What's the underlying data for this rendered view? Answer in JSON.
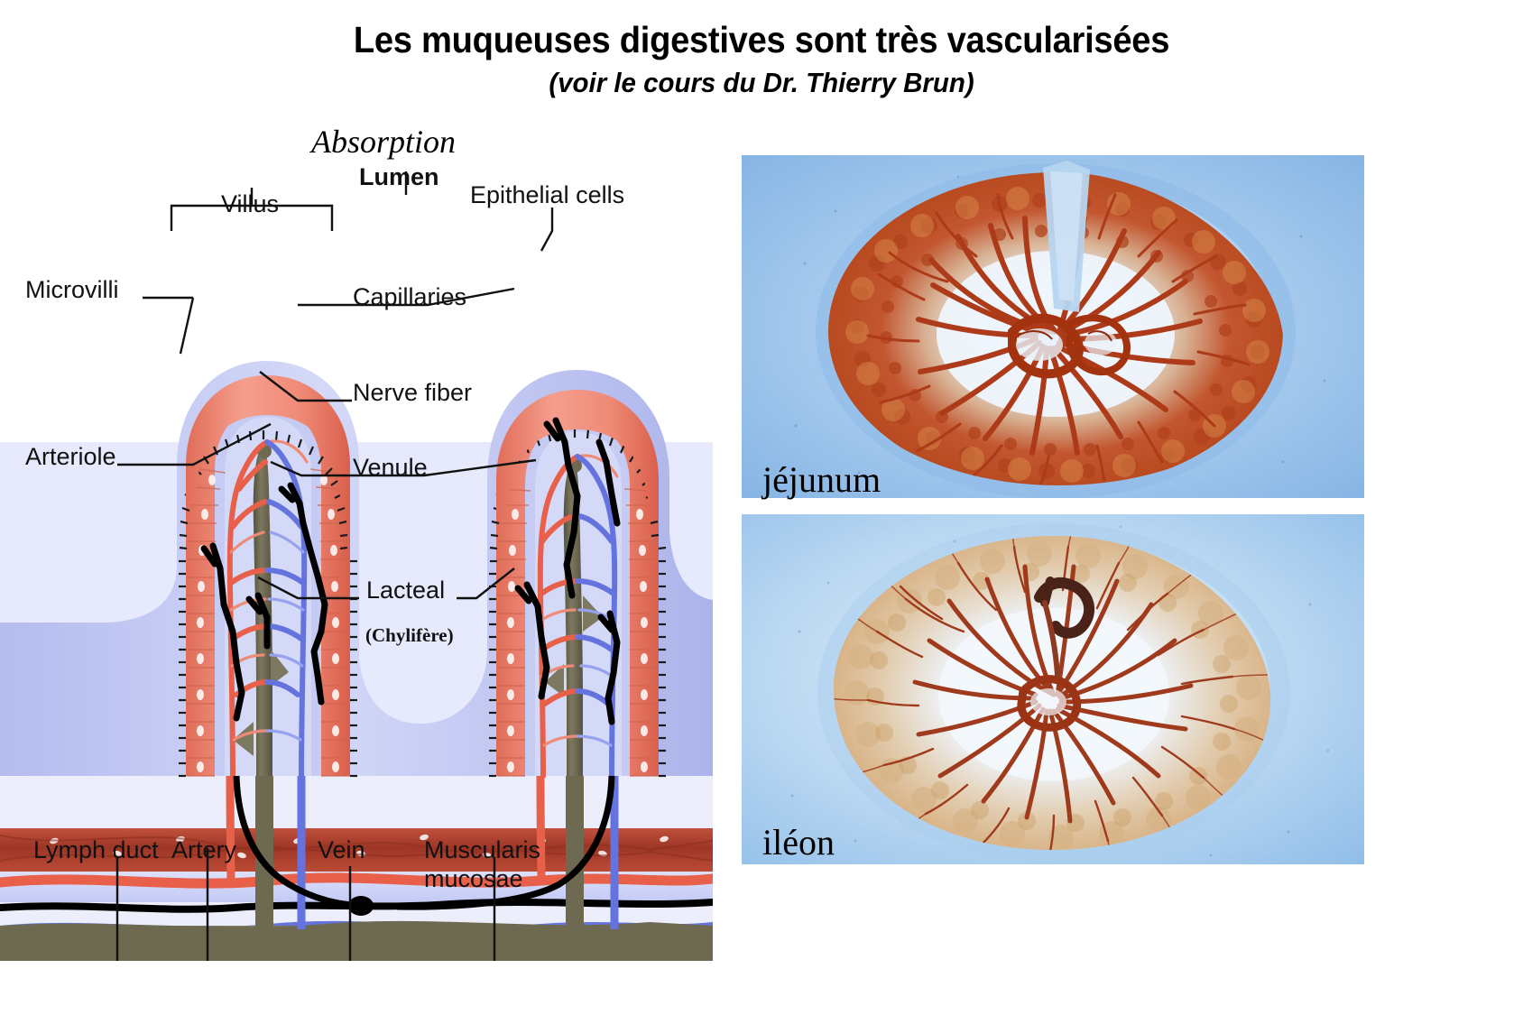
{
  "title": {
    "main": "Les muqueuses digestives sont très vascularisées",
    "sub": "(voir le cours du Dr. Thierry Brun)"
  },
  "diagram": {
    "heading": "Absorption",
    "labels": {
      "lumen": "Lumen",
      "villus": "Villus",
      "epithelial_cells": "Epithelial cells",
      "microvilli": "Microvilli",
      "capillaries": "Capillaries",
      "nerve_fiber": "Nerve fiber",
      "arteriole": "Arteriole",
      "venule": "Venule",
      "lacteal": "Lacteal",
      "lacteal_fr": "(Chylifère)",
      "lymph_duct": "Lymph duct",
      "artery": "Artery",
      "vein": "Vein",
      "muscularis_line1": "Muscularis",
      "muscularis_line2": "mucosae"
    },
    "colors": {
      "epithelium": "#ef8a7a",
      "lamina_propria": "#c2c8f2",
      "arteriole_red": "#ee6a55",
      "venule_blue": "#6f7fe0",
      "lacteal_olive": "#6e6a52",
      "muscularis_red": "#b34030",
      "nerve_black": "#000000",
      "background_pale": "#e9ecfb"
    }
  },
  "photographs": [
    {
      "name": "jejunum",
      "caption": "jéjunum",
      "background": "#9cc3ea",
      "tissue": "#b9401f"
    },
    {
      "name": "ileon",
      "caption": "iléon",
      "background": "#b9d6f0",
      "tissue": "#9c3a22"
    }
  ]
}
